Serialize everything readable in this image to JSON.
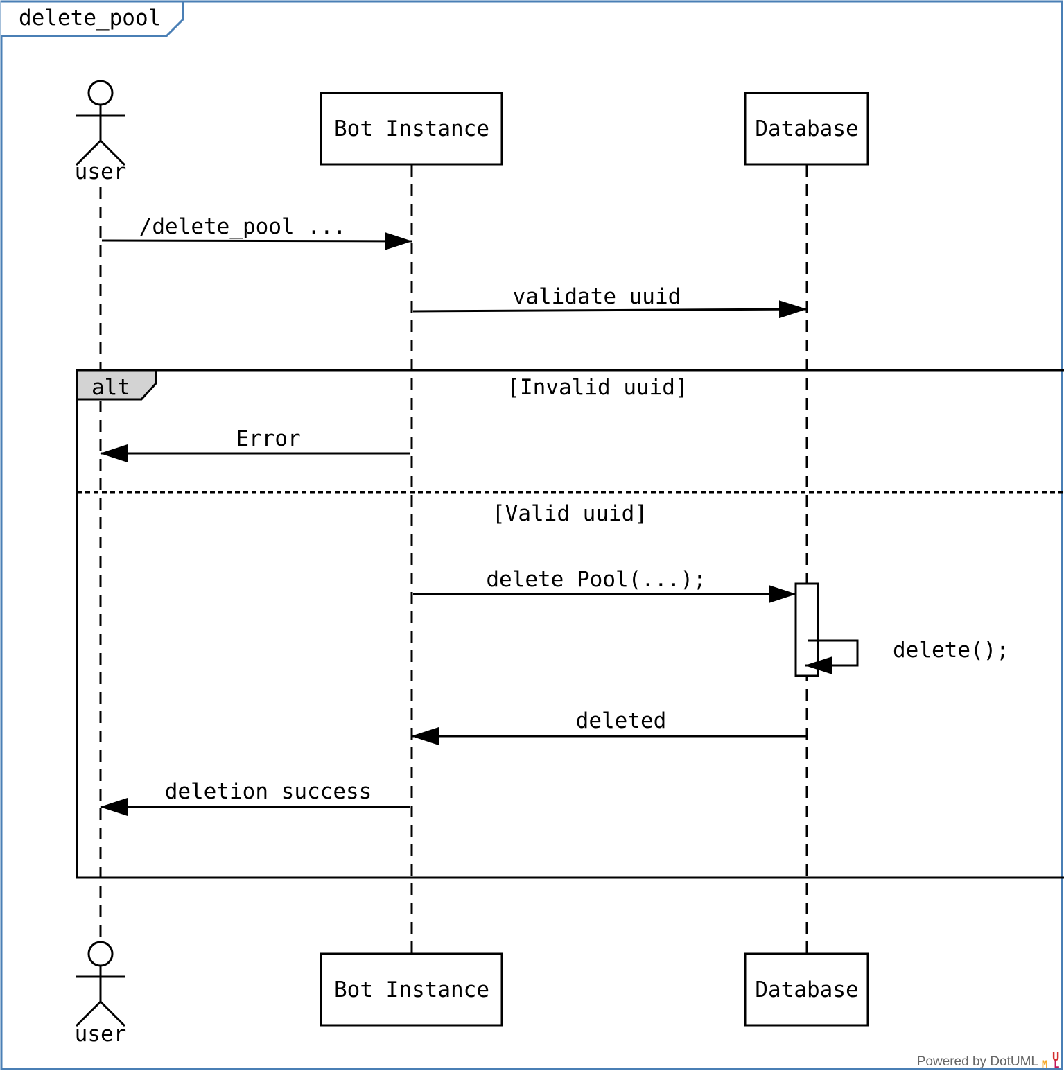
{
  "frame": {
    "title": "delete_pool",
    "border_color": "#4a7fb5"
  },
  "participants": {
    "user": {
      "label": "user",
      "kind": "actor"
    },
    "bot": {
      "label": "Bot Instance",
      "kind": "box"
    },
    "db": {
      "label": "Database",
      "kind": "box"
    }
  },
  "messages": {
    "m1": {
      "label": "/delete_pool ...",
      "from": "user",
      "to": "bot"
    },
    "m2": {
      "label": "validate uuid",
      "from": "bot",
      "to": "db"
    },
    "m3": {
      "label": "Error",
      "from": "bot",
      "to": "user"
    },
    "m4": {
      "label": "delete Pool(...);",
      "from": "bot",
      "to": "db"
    },
    "m5": {
      "label": "delete();",
      "from": "db",
      "to": "db"
    },
    "m6": {
      "label": "deleted",
      "from": "db",
      "to": "bot"
    },
    "m7": {
      "label": "deletion success",
      "from": "bot",
      "to": "user"
    }
  },
  "fragment": {
    "operator": "alt",
    "operator_fill": "#d3d3d3",
    "guard1": "[Invalid uuid]",
    "guard2": "[Valid uuid]"
  },
  "footer": {
    "credit": "Powered by DotUML",
    "logo_letters": "UML",
    "logo_colors": [
      "#d32f2f",
      "#f5a623",
      "#c2185b"
    ]
  }
}
